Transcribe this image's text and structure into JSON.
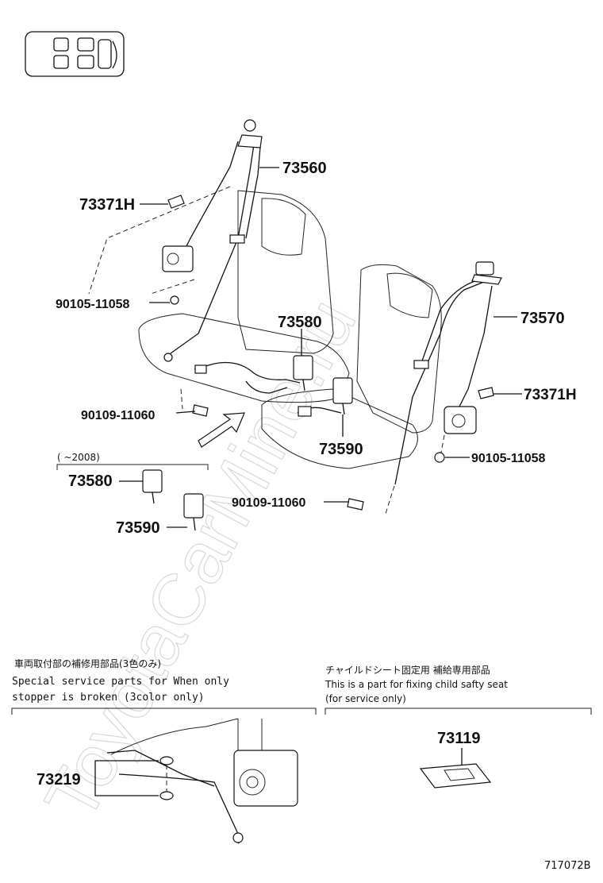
{
  "parts": {
    "p73560": "73560",
    "p73371h_left": "73371H",
    "p90105_left": "90105-11058",
    "p73580_main": "73580",
    "p90109_left": "90109-11060",
    "p73570": "73570",
    "p73371h_right": "73371H",
    "p73590_main": "73590",
    "p90105_right": "90105-11058",
    "p90109_right": "90109-11060",
    "p73580_old": "73580",
    "p73590_old": "73590",
    "p73219": "73219",
    "p73119": "73119"
  },
  "notes": {
    "year_range": "(      ~2008)",
    "left_jp": "車両取付部の補修用部品(3色のみ)",
    "left_en1": "Special  service  parts  for  When  only",
    "left_en2": "stopper  is  broken  (3color  only)",
    "right_jp": "チャイルドシート固定用  補給専用部品",
    "right_en1": "This is a part for fixing child safty seat",
    "right_en2": "(for service only)"
  },
  "watermark": "ToyotaCarMine.ru",
  "figure_code": "717072B"
}
